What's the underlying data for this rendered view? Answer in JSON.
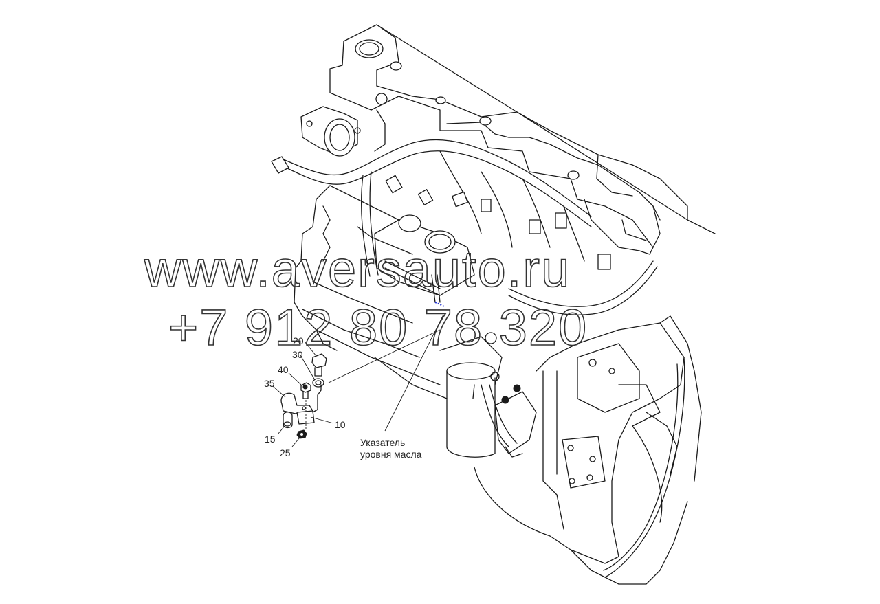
{
  "diagram": {
    "type": "exploded-parts-drawing",
    "subject": "engine with oil level indicator mounting",
    "callouts": [
      {
        "id": "20",
        "label": "20"
      },
      {
        "id": "30",
        "label": "30"
      },
      {
        "id": "40",
        "label": "40"
      },
      {
        "id": "35",
        "label": "35"
      },
      {
        "id": "10",
        "label": "10"
      },
      {
        "id": "15",
        "label": "15"
      },
      {
        "id": "25",
        "label": "25"
      }
    ],
    "caption": {
      "line1": "Указатель",
      "line2": "уровня масла"
    }
  },
  "watermark": {
    "url": "www.aversauto.ru",
    "phone": "+7 912 80 78 320"
  },
  "colors": {
    "line": "#1a1a1a",
    "background": "#ffffff",
    "accent_marker": "#1e2fd0"
  }
}
